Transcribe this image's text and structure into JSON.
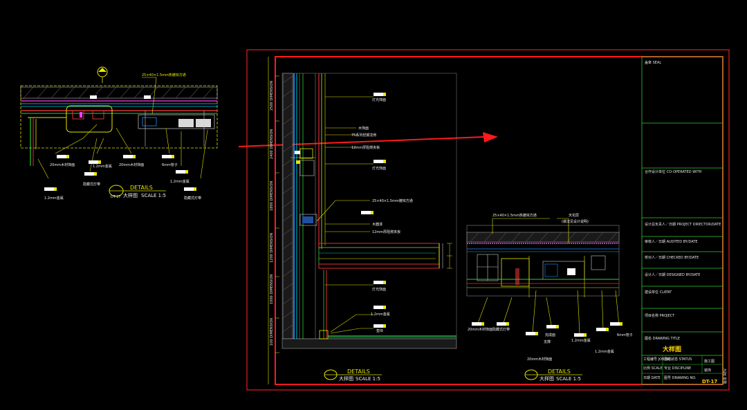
{
  "title_block": {
    "seal": "盖章 SEAL",
    "cooperated": "合作设计单位 CO-OPERATED WITH",
    "project_director": "设计总负责人／日期 PROJECT DIRECTOR/DATE",
    "audited": "审核人／日期 AUDITED BY/DATE",
    "checked": "校对人／日期 CHECKED BY/DATE",
    "designed": "设计人／日期 DESIGNED BY/DATE",
    "client": "建设单位 CLIENT",
    "project": "项目名称 PROJECT",
    "drawing_title": "图名 DRAWING TITLE",
    "drawing_title_value": "大样图",
    "job_no": "工程编号 JOB NO.",
    "scale": "比例 SCALE",
    "date": "日期 DATE",
    "status": "图纸状态 STATUS",
    "discipline": "专业 DISCIPLINE",
    "discipline_value": "装饰",
    "drawing_no": "图号 DRAWING NO.",
    "drawing_no_value": "DT-17",
    "revision": "版本 REV.",
    "version_text": "施工图"
  },
  "details": [
    {
      "title": "DETAILS",
      "name": "大样图",
      "scale": "SCALE 1:5",
      "tag": "DT-17"
    },
    {
      "title": "DETAILS",
      "name": "大样图",
      "scale": "SCALE 1:5"
    },
    {
      "title": "DETAILS",
      "name": "大样图",
      "scale": "SCALE 1:5"
    }
  ],
  "labels": {
    "steel_pipe": "25×40×1.5mm热镀锌方通",
    "steel_pipe2": "25×40×1.5mm镀锌方通",
    "wood_veneer": "木饰面",
    "board": "12mm厚阻燃夹板",
    "keel": "75系列轻钢龙骨",
    "paint": "木器漆",
    "metal": "1.2mm金属",
    "metal2": "1.2mm金属",
    "metal3": "1.2mm金属",
    "wood_line": "20mm木材饰面",
    "wood_line2": "20mm木材饰面",
    "wood_line3": "20mm木材饰面",
    "light_strip": "隐藏式灯带",
    "light_strip2": "隐藏式灯带",
    "pipe": "6mm管子",
    "pipe2": "6mm管子",
    "lamp": "灯光饰面",
    "lamp2": "灯光饰面",
    "lamp3": "灯光饰面",
    "stone": "1.2mm金属",
    "support": "支撑",
    "pad": "垫块",
    "finish": "完成面",
    "note_ceiling": "(做法见设计说明)",
    "ceiling": "天花层"
  }
}
